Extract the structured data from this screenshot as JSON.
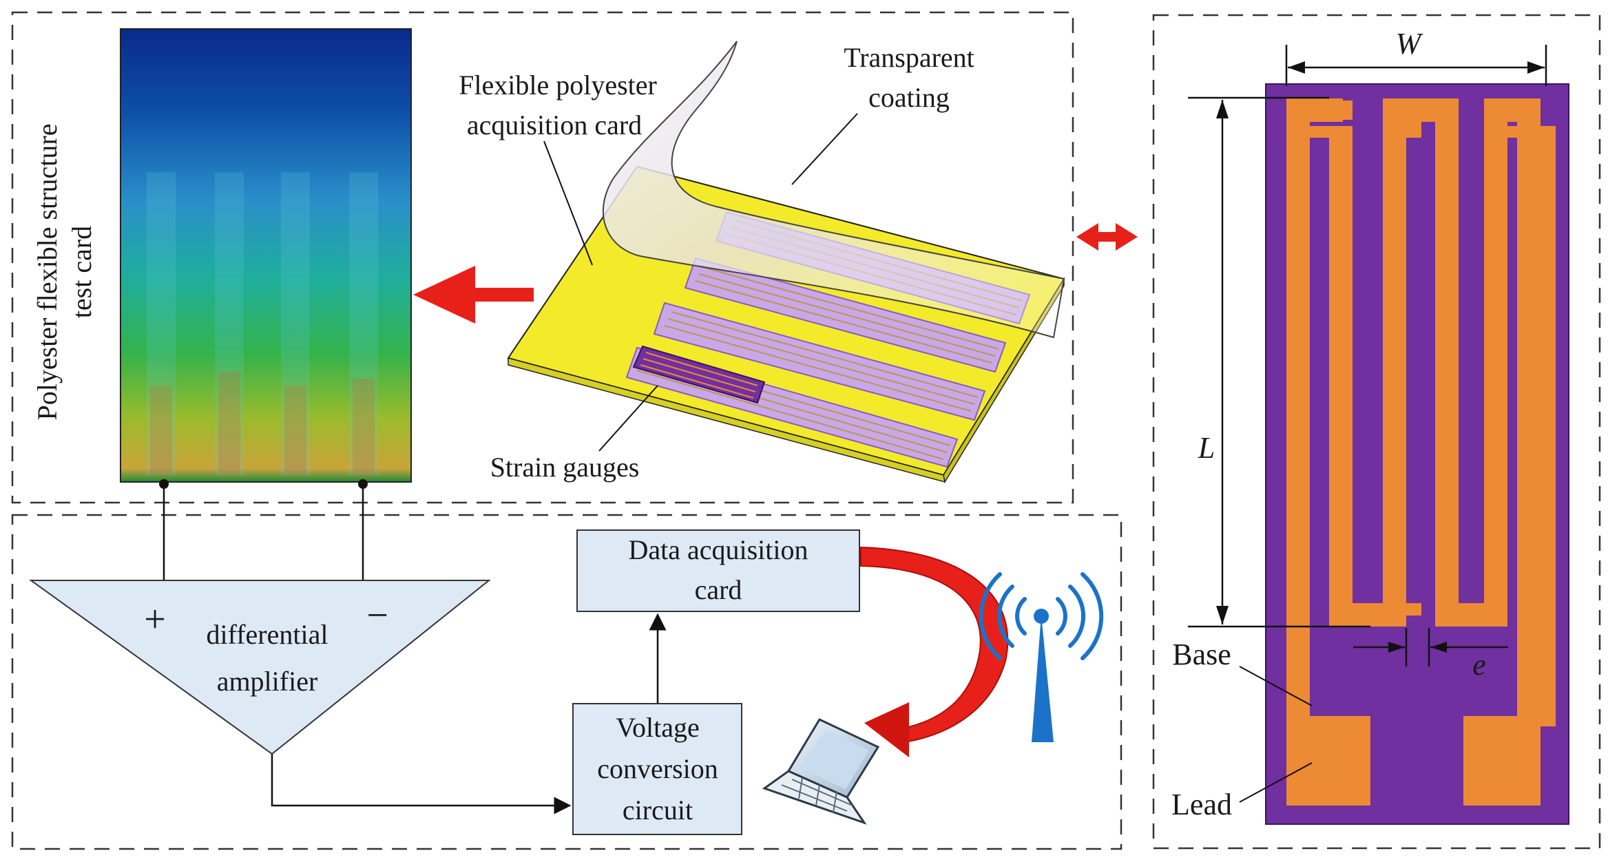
{
  "labels": {
    "test_card_line1": "Polyester flexible structure",
    "test_card_line2": "test card",
    "acq_card_line1": "Flexible polyester",
    "acq_card_line2": "acquisition card",
    "coating_line1": "Transparent",
    "coating_line2": "coating",
    "strain_gauges": "Strain gauges",
    "plus": "+",
    "minus": "−",
    "amp_line1": "differential",
    "amp_line2": "amplifier",
    "daq_line1": "Data acquisition",
    "daq_line2": "card",
    "volt_line1": "Voltage",
    "volt_line2": "conversion",
    "volt_line3": "circuit",
    "dim_w": "W",
    "dim_l": "L",
    "dim_e": "e",
    "base": "Base",
    "lead": "Lead"
  },
  "colors": {
    "gauge_purple": "#7030a0",
    "gauge_orange": "#ed8a34",
    "card_yellow": "#f3ea2a",
    "arrow_red": "#e8201a",
    "box_fill": "#dde9f5",
    "antenna_blue": "#1a73c9"
  },
  "icons": {
    "antenna": "wifi-antenna-icon",
    "laptop": "laptop-icon"
  }
}
